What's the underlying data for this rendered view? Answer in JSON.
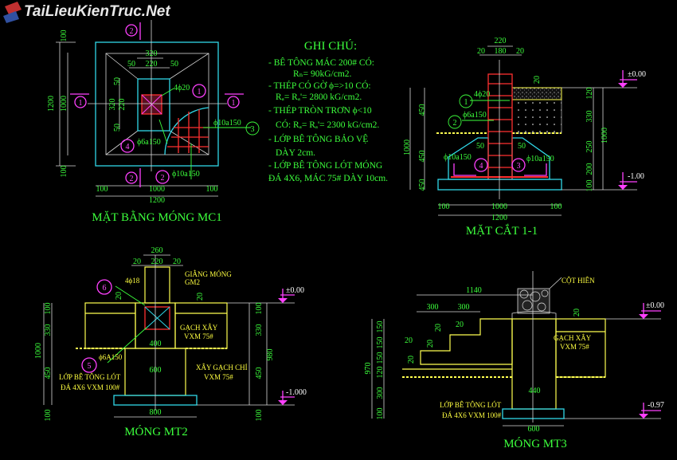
{
  "watermark": "TaiLieuKienTruc.Net",
  "colors": {
    "background": "#000000",
    "text": "#3cff3c",
    "outline": "#30d8e8",
    "rebar": "#ff3030",
    "marker": "#ff40ff",
    "fill_line": "#ffff50"
  },
  "notes": {
    "title": "GHI CHÚ:",
    "lines": [
      "- BÊ TÔNG MÁC 200# CÓ:",
      "Rₙ= 90kG/cm2.",
      "- THÉP CÓ GỜ ϕ=>10 CÓ:",
      "Rₐ= Rₐ'= 2800 kG/cm2.",
      "- THÉP TRÒN TRƠN ϕ<10",
      "CÓ: Rₐ= Rₐ'= 2300 kG/cm2.",
      "- LỚP BÊ TÔNG BẢO VỆ",
      "DÀY 2cm.",
      "- LỚP BÊ TÔNG LÓT MÓNG",
      "ĐÁ 4X6, MÁC 75# DÀY 10cm."
    ]
  },
  "mc1": {
    "title": "MẶT BẰNG MÓNG MC1",
    "dims": [
      "320",
      "50",
      "220",
      "50",
      "50",
      "220",
      "320",
      "50",
      "100",
      "1000",
      "100",
      "1200",
      "100",
      "1000",
      "100",
      "1200"
    ],
    "marks": [
      "1",
      "1",
      "2",
      "2",
      "1",
      "2",
      "3",
      "4"
    ],
    "labels": [
      "4ϕ20",
      "ϕ10a150",
      "ϕ6a150",
      "ϕ10a150"
    ]
  },
  "section11": {
    "title": "MẶT CẮT 1-1",
    "dims": [
      "220",
      "20",
      "180",
      "20",
      "20",
      "450",
      "450",
      "450",
      "1000",
      "120",
      "330",
      "250",
      "200",
      "100",
      "1000",
      "50",
      "50",
      "100",
      "1000",
      "100",
      "1200"
    ],
    "marks": [
      "1",
      "2",
      "3",
      "4"
    ],
    "labels": [
      "4ϕ20",
      "ϕ6a150",
      "ϕ10a150",
      "ϕ10a150"
    ],
    "levels": [
      "±0.00",
      "-1.00"
    ]
  },
  "mt2": {
    "title": "MÓNG MT2",
    "dims": [
      "260",
      "20",
      "220",
      "20",
      "20",
      "20",
      "400",
      "600",
      "800",
      "100",
      "330",
      "1000",
      "450",
      "100",
      "100",
      "330",
      "980",
      "450",
      "100"
    ],
    "marks": [
      "6",
      "5"
    ],
    "labels": [
      "4ϕ18",
      "GIẰNG MÓNG",
      "GM2",
      "GẠCH XÂY",
      "VXM 75#",
      "ϕ6A150",
      "XÂY GẠCH CHỈ",
      "VXM 75#",
      "LỚP BÊ TÔNG LÓT",
      "ĐÁ 4X6 VXM 100#"
    ],
    "levels": [
      "±0.00",
      "-1.000"
    ]
  },
  "mt3": {
    "title": "MÓNG MT3",
    "dims": [
      "1140",
      "300",
      "300",
      "20",
      "20",
      "20",
      "20",
      "20",
      "20",
      "440",
      "600",
      "970",
      "150",
      "150",
      "150",
      "120",
      "300",
      "100"
    ],
    "labels": [
      "CỘT HIÊN",
      "GẠCH XÂY",
      "VXM 75#",
      "LỚP BÊ TÔNG LÓT",
      "ĐÁ 4X6 VXM 100#"
    ],
    "levels": [
      "±0.00",
      "-0.97"
    ]
  }
}
